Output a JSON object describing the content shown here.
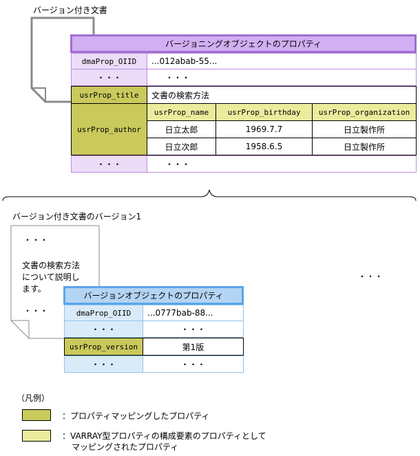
{
  "colors": {
    "lavender": "#ecdcf8",
    "lavender_header": "#d2aef2",
    "lavender_border": "#a06fd0",
    "olive": "#c9c95c",
    "khaki": "#ecec9e",
    "light_blue": "#d9ebf9",
    "blue_header": "#b4d4f3",
    "blue_border": "#5aa6e8"
  },
  "versioned_doc": {
    "label": "バージョン付き文書",
    "header": "バージョニングオブジェクトのプロパティ",
    "rows": {
      "oiid_name": "dmaProp_OIID",
      "oiid_value": "...012abab-55...",
      "ellipsis_name": "・・・",
      "ellipsis_value": "・・・",
      "title_name": "usrProp_title",
      "title_value": "文書の検索方法",
      "author_name": "usrProp_author",
      "footer_name": "・・・",
      "footer_value": "・・・"
    },
    "author_table": {
      "columns": [
        "usrProp_name",
        "usrProp_birthday",
        "usrProp_organization"
      ],
      "rows": [
        [
          "日立太郎",
          "1969.7.7",
          "日立製作所"
        ],
        [
          "日立次郎",
          "1958.6.5",
          "日立製作所"
        ]
      ]
    }
  },
  "version_doc": {
    "label": "バージョン付き文書のバージョン1",
    "page_dots_top": "・・・",
    "page_text": [
      "文書の検索方法",
      "について説明し",
      "ます。"
    ],
    "page_dots_bottom": "・・・",
    "right_ellipsis": "・・・",
    "header": "バージョンオブジェクトのプロパティ",
    "rows": [
      [
        "dmaProp_OIID",
        "...0777bab-88..."
      ],
      [
        "・・・",
        "・・・"
      ],
      [
        "usrProp_version",
        "第1版"
      ],
      [
        "・・・",
        "・・・"
      ]
    ]
  },
  "legend": {
    "title": "（凡例）",
    "items": [
      {
        "color": "#c9c95c",
        "lines": [
          "：プロパティマッピングしたプロパティ"
        ]
      },
      {
        "color": "#ecec9e",
        "lines": [
          "：VARRAY型プロパティの構成要素のプロパティとして",
          "マッピングされたプロパティ"
        ]
      }
    ]
  }
}
